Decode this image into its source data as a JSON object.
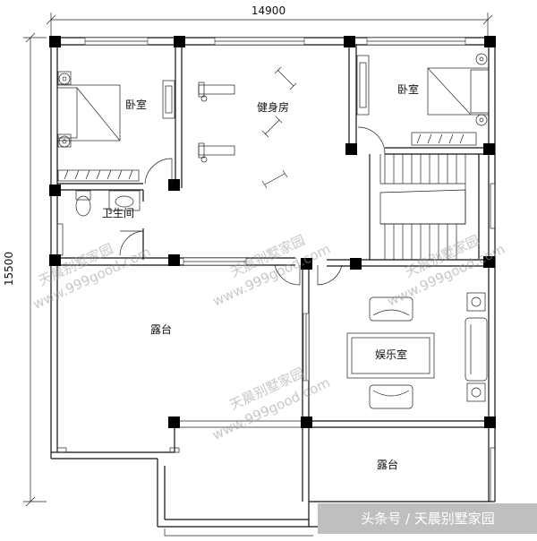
{
  "plan": {
    "dimension_width": "14900",
    "dimension_height": "15500",
    "rooms": {
      "bedroom_left": "卧室",
      "bedroom_right": "卧室",
      "gym": "健身房",
      "bathroom": "卫生间",
      "terrace_left": "露台",
      "terrace_bottom": "露台",
      "entertainment": "娱乐室"
    },
    "watermark_brand": "天晨别墅家园",
    "watermark_url": "www.999good.com",
    "credit": "头条号 / 天晨别墅家园"
  }
}
